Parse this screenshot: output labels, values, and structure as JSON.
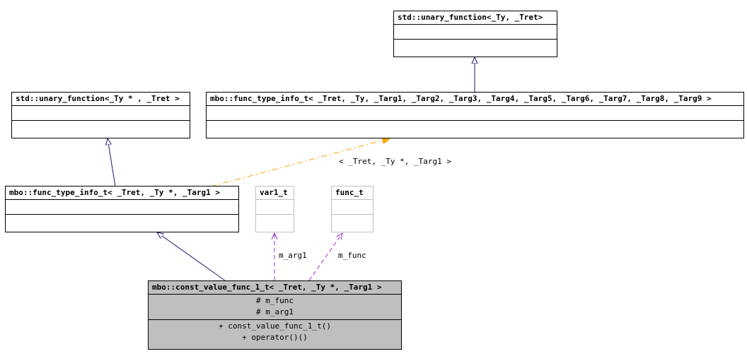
{
  "classes": {
    "unary_function_ty_tret": {
      "title": "std::unary_function<_Ty, _Tret>"
    },
    "unary_function_typtr_tret": {
      "title": "std::unary_function<_Ty * , _Tret >"
    },
    "func_type_info_t_full": {
      "title": "mbo::func_type_info_t< _Tret, _Ty, _Targ1, _Targ2, _Targ3, _Targ4, _Targ5, _Targ6, _Targ7, _Targ8, _Targ9 >"
    },
    "func_type_info_t_inst": {
      "title": "mbo::func_type_info_t< _Tret, _Ty *, _Targ1 >"
    },
    "var1_t": {
      "title": "var1_t"
    },
    "func_t": {
      "title": "func_t"
    },
    "const_value_func_1_t": {
      "title": "mbo::const_value_func_1_t< _Tret, _Ty *, _Targ1 >",
      "attributes": [
        "# m_func",
        "# m_arg1"
      ],
      "methods": [
        "+ const_value_func_1_t()",
        "+ operator()()"
      ]
    }
  },
  "edge_labels": {
    "template_args": "< _Tret, _Ty *, _Targ1 >",
    "m_arg1": "m_arg1",
    "m_func": "m_func"
  },
  "colors": {
    "inheritance": "#191970",
    "template_instance": "#ffa500",
    "usage": "#9a32cd",
    "focus_fill": "#bfbfbf"
  }
}
